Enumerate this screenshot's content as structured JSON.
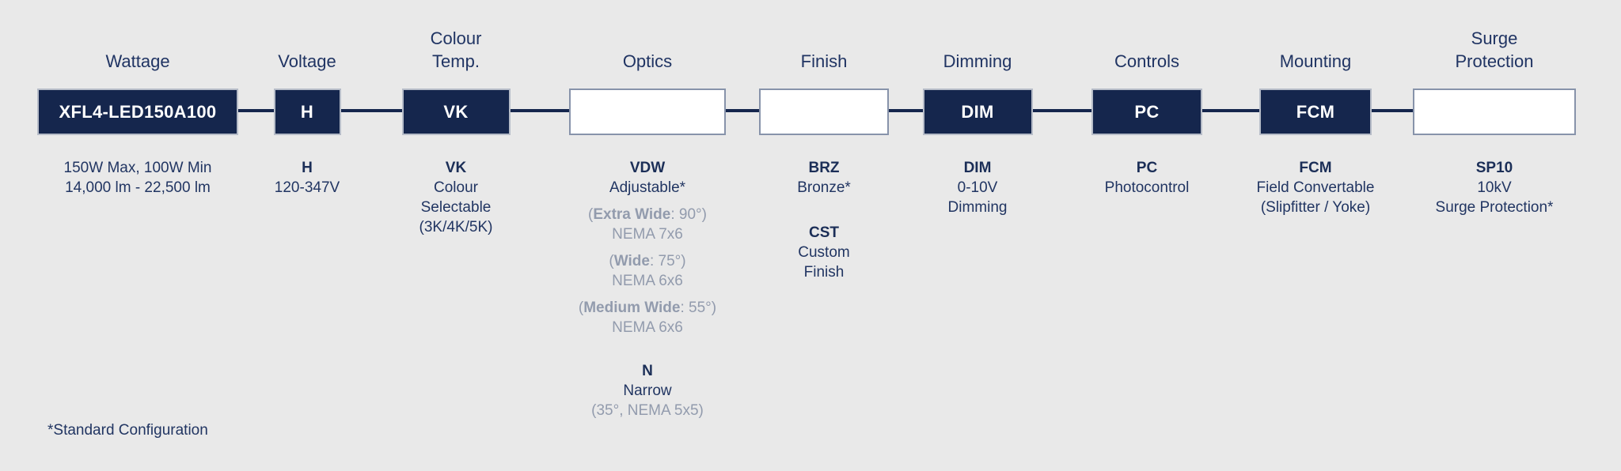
{
  "footnote": "*Standard Configuration",
  "colors": {
    "background": "#e9e9e9",
    "box_navy": "#15264d",
    "text_navy": "#213562",
    "note_gray": "#929bad",
    "empty_box_border": "#8793aa"
  },
  "columns": [
    {
      "id": "wattage",
      "header": "Wattage",
      "box_style": "filled",
      "box_label": "XFL4-LED150A100",
      "detail_text": "150W Max, 100W Min\n14,000 lm  - 22,500 lm"
    },
    {
      "id": "voltage",
      "header": "Voltage",
      "box_style": "filled",
      "box_label": "H",
      "detail_code": "H",
      "detail_text": "120-347V"
    },
    {
      "id": "colour-temp",
      "header": "Colour\nTemp.",
      "box_style": "filled",
      "box_label": "VK",
      "detail_code": "VK",
      "detail_text": "Colour\nSelectable\n(3K/4K/5K)"
    },
    {
      "id": "optics",
      "header": "Optics",
      "box_style": "empty",
      "box_label": "",
      "detail_code": "VDW",
      "detail_text": "Adjustable*",
      "notes": [
        {
          "pre": "(",
          "bold": "Extra Wide",
          "post": ": 90°)",
          "sub": "NEMA 7x6"
        },
        {
          "pre": "(",
          "bold": "Wide",
          "post": ": 75°)",
          "sub": "NEMA 6x6"
        },
        {
          "pre": "(",
          "bold": "Medium Wide",
          "post": ": 55°)",
          "sub": "NEMA 6x6"
        }
      ],
      "second_code": "N",
      "second_text": "Narrow",
      "second_note": "(35°, NEMA 5x5)"
    },
    {
      "id": "finish",
      "header": "Finish",
      "box_style": "empty",
      "box_label": "",
      "detail_code": "BRZ",
      "detail_text": "Bronze*",
      "second_code": "CST",
      "second_text": "Custom\nFinish"
    },
    {
      "id": "dimming",
      "header": "Dimming",
      "box_style": "filled",
      "box_label": "DIM",
      "detail_code": "DIM",
      "detail_text": "0-10V\nDimming"
    },
    {
      "id": "controls",
      "header": "Controls",
      "box_style": "filled",
      "box_label": "PC",
      "detail_code": "PC",
      "detail_text": "Photocontrol"
    },
    {
      "id": "mounting",
      "header": "Mounting",
      "box_style": "filled",
      "box_label": "FCM",
      "detail_code": "FCM",
      "detail_text": "Field Convertable\n(Slipfitter / Yoke)"
    },
    {
      "id": "surge-protection",
      "header": "Surge\nProtection",
      "box_style": "empty",
      "box_label": "",
      "detail_code": "SP10",
      "detail_text": "10kV\nSurge Protection*"
    }
  ]
}
